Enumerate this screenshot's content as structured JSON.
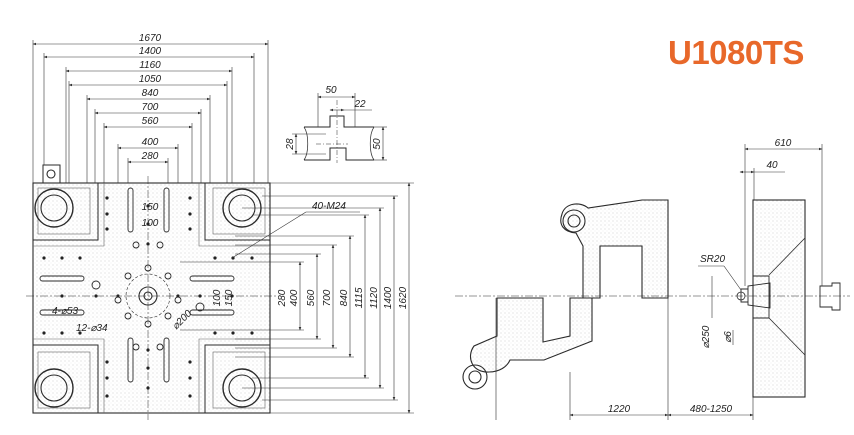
{
  "title": "U1080TS",
  "colors": {
    "title": "#e8682a",
    "ink": "#2a2a2a",
    "hatch": "#9a9a9a"
  },
  "platen_dims": {
    "widths": [
      "1670",
      "1400",
      "1160",
      "1050",
      "840",
      "700",
      "560",
      "400",
      "280",
      "150",
      "100"
    ],
    "heights": [
      "150",
      "100",
      "280",
      "400",
      "560",
      "700",
      "840",
      "1115",
      "1120",
      "1400",
      "1620"
    ],
    "thread": "40-M24",
    "holes": "4-⌀53",
    "holes2": "12-⌀34",
    "circle": "⌀200"
  },
  "slot_detail": {
    "top": "50",
    "top2": "22",
    "side": "28",
    "height": "50"
  },
  "side_view": {
    "stroke": "610",
    "offset": "40",
    "radius": "SR20",
    "locate": "⌀250",
    "nozzle": "⌀6",
    "bottom1": "1220",
    "bottom2": "480-1250"
  }
}
